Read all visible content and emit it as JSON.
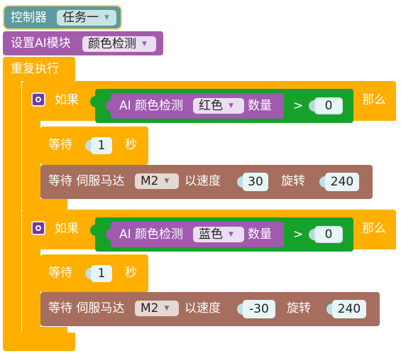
{
  "controller": {
    "label": "控制器",
    "task": "任务一"
  },
  "set_module": {
    "label": "设置AI模块",
    "value": "颜色检测"
  },
  "repeat": {
    "label": "重复执行"
  },
  "if_blocks": [
    {
      "if_label": "如果",
      "then_label": "那么",
      "ai_label": "AI 颜色检测",
      "color": "红色",
      "count_label": "数量",
      "op": ">",
      "compare": "0",
      "wait": {
        "label": "等待",
        "value": "1",
        "unit": "秒"
      },
      "servo": {
        "label": "等待 伺服马达",
        "motor": "M2",
        "speed_label": "以速度",
        "speed": "30",
        "rotate_label": "旋转",
        "angle": "240"
      }
    },
    {
      "if_label": "如果",
      "then_label": "那么",
      "ai_label": "AI 颜色检测",
      "color": "蓝色",
      "count_label": "数量",
      "op": ">",
      "compare": "0",
      "wait": {
        "label": "等待",
        "value": "1",
        "unit": "秒"
      },
      "servo": {
        "label": "等待 伺服马达",
        "motor": "M2",
        "speed_label": "以速度",
        "speed": "-30",
        "rotate_label": "旋转",
        "angle": "240"
      }
    }
  ],
  "icons": {
    "mutator": "gear-icon",
    "dropdown": "triangle-down-icon"
  },
  "colors": {
    "controller": "#5b9aa0",
    "module": "#a55bab",
    "control": "#ffaf00",
    "logic": "#16a12a",
    "sensor": "#a05ab0",
    "motor": "#a56e5e"
  }
}
